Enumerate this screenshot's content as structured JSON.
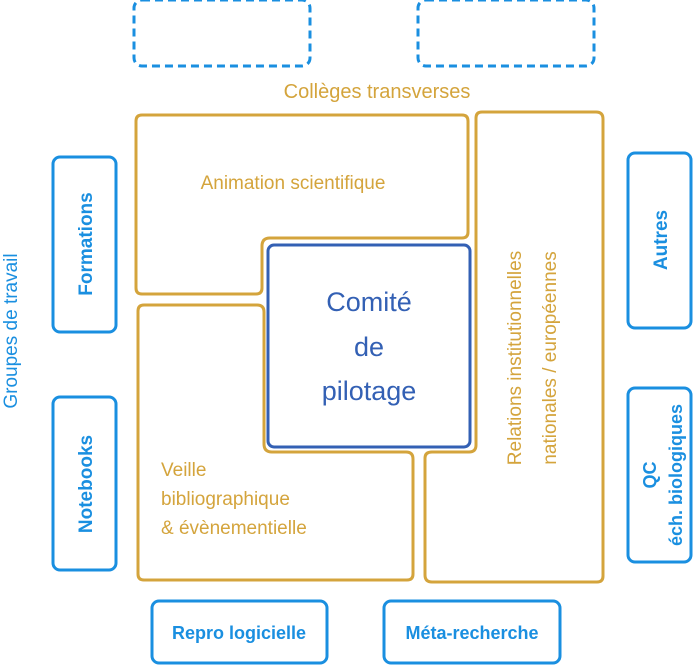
{
  "colors": {
    "gold": "#d4a43c",
    "blue": "#1a8fe0",
    "navy": "#3360b4"
  },
  "colleges": {
    "title": "Collèges transverses",
    "animation": "Animation scientifique",
    "veille_line1": "Veille",
    "veille_line2": "bibliographique",
    "veille_line3": "& évènementielle",
    "relations_line1": "Relations  institutionnelles",
    "relations_line2": "nationales / européennes"
  },
  "center": {
    "line1": "Comité",
    "line2": "de",
    "line3": "pilotage"
  },
  "groups": {
    "title": "Groupes de travail",
    "formations": "Formations",
    "notebooks": "Notebooks",
    "autres": "Autres",
    "qc_line1": "QC",
    "qc_line2": "éch. biologiques",
    "repro": "Repro logicielle",
    "meta": "Méta-recherche"
  }
}
